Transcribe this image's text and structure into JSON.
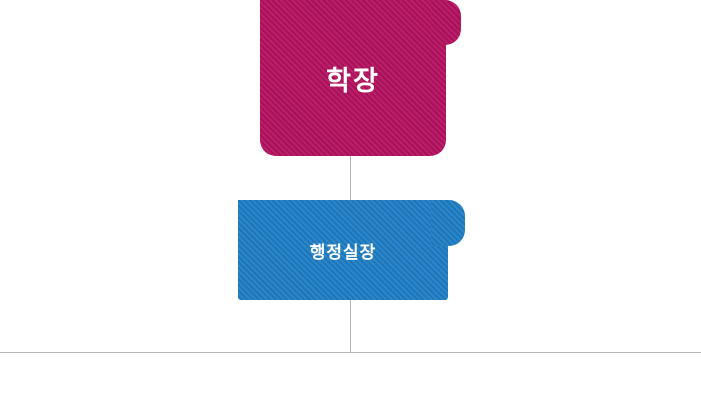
{
  "diagram": {
    "type": "org-chart",
    "orientation": "vertical",
    "nodes": [
      {
        "id": "dean",
        "label": "학장",
        "level": 1,
        "bg": "#b3105e",
        "text_color": "#ffffff"
      },
      {
        "id": "admin_office_head",
        "label": "행정실장",
        "level": 2,
        "bg": "#1d7dc4",
        "text_color": "#ffffff"
      }
    ],
    "edges": [
      {
        "from": "dean",
        "to": "admin_office_head"
      },
      {
        "from": "admin_office_head",
        "to": "lower-row"
      }
    ],
    "colors": {
      "connector": "#b5b5b5",
      "background": "#ffffff"
    }
  }
}
